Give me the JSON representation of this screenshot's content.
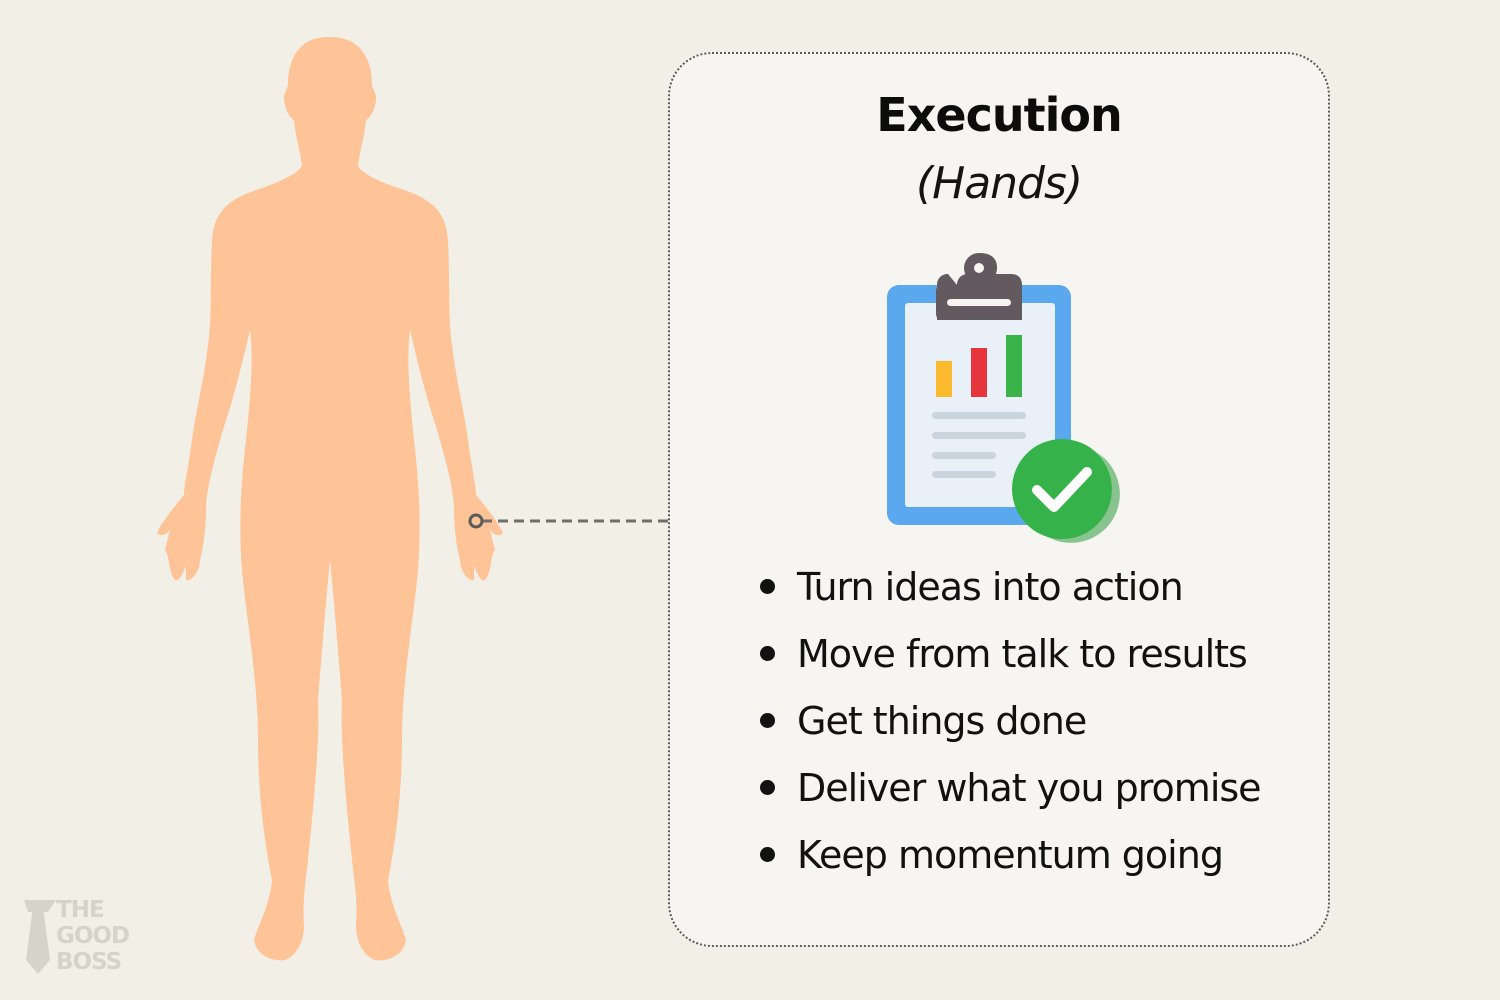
{
  "card": {
    "title": "Execution",
    "subtitle": "(Hands)"
  },
  "bullets": [
    "Turn ideas into action",
    "Move from talk to results",
    "Get things done",
    "Deliver what you promise",
    "Keep momentum going"
  ],
  "logo": {
    "line1": "THE",
    "line2": "GOOD",
    "line3": "BOSS"
  },
  "colors": {
    "background": "#f2efe6",
    "body": "#fec396",
    "card": "#f7f5f1",
    "clipboard_frame": "#5aa8ee",
    "clipboard_clip": "#625a5e",
    "bar_yellow": "#fbb92e",
    "bar_red": "#e4363c",
    "bar_green": "#3ab449",
    "check_badge": "#35b34a"
  },
  "icons": {
    "report": "clipboard-chart-icon",
    "check": "check-circle-icon",
    "logo": "tie-icon"
  }
}
